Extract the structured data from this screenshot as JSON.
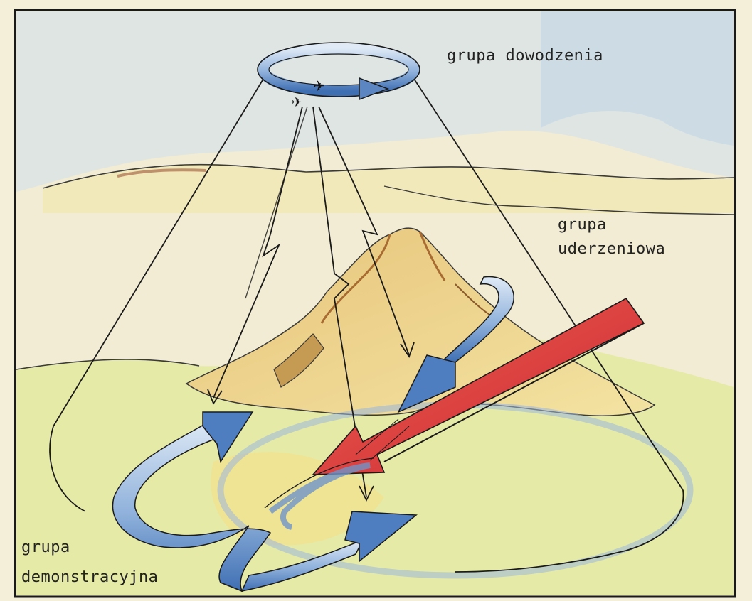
{
  "labels": {
    "command": "grupa dowodzenia",
    "strike_line1": "grupa",
    "strike_line2": "uderzeniowa",
    "demo_line1": "grupa",
    "demo_line2": "demonstracyjna"
  },
  "colors": {
    "paper": "#f4efd9",
    "frame": "#1a1a1a",
    "sky_wash": "#bcd4e6",
    "terrain_green": "#d9e39a",
    "terrain_yellow": "#f2df8c",
    "mountain_brown": "#c59a52",
    "ribbon_blue": "#5b86c2",
    "ribbon_light": "#c7dbef",
    "red_arrow": "#d9363a"
  }
}
